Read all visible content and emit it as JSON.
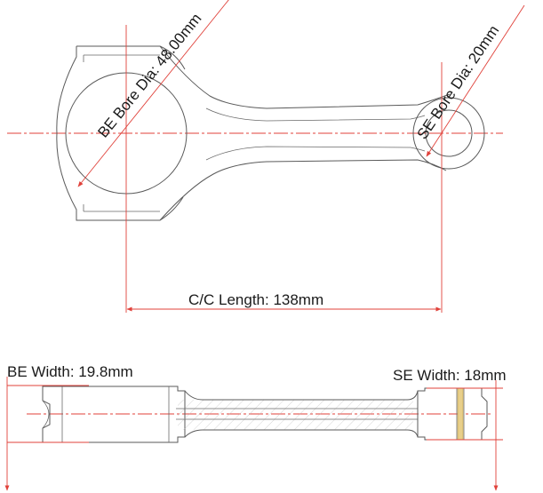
{
  "dimensions": {
    "be_bore": "BE Bore Dia: 48.00mm",
    "se_bore": "SE Bore Dia: 20mm",
    "cc_length": "C/C Length: 138mm",
    "be_width": "BE Width: 19.8mm",
    "se_width": "SE Width: 18mm"
  },
  "colors": {
    "dimension_line": "#e0413a",
    "outline": "#5a5a5a",
    "bushing": "#c8a24a"
  }
}
